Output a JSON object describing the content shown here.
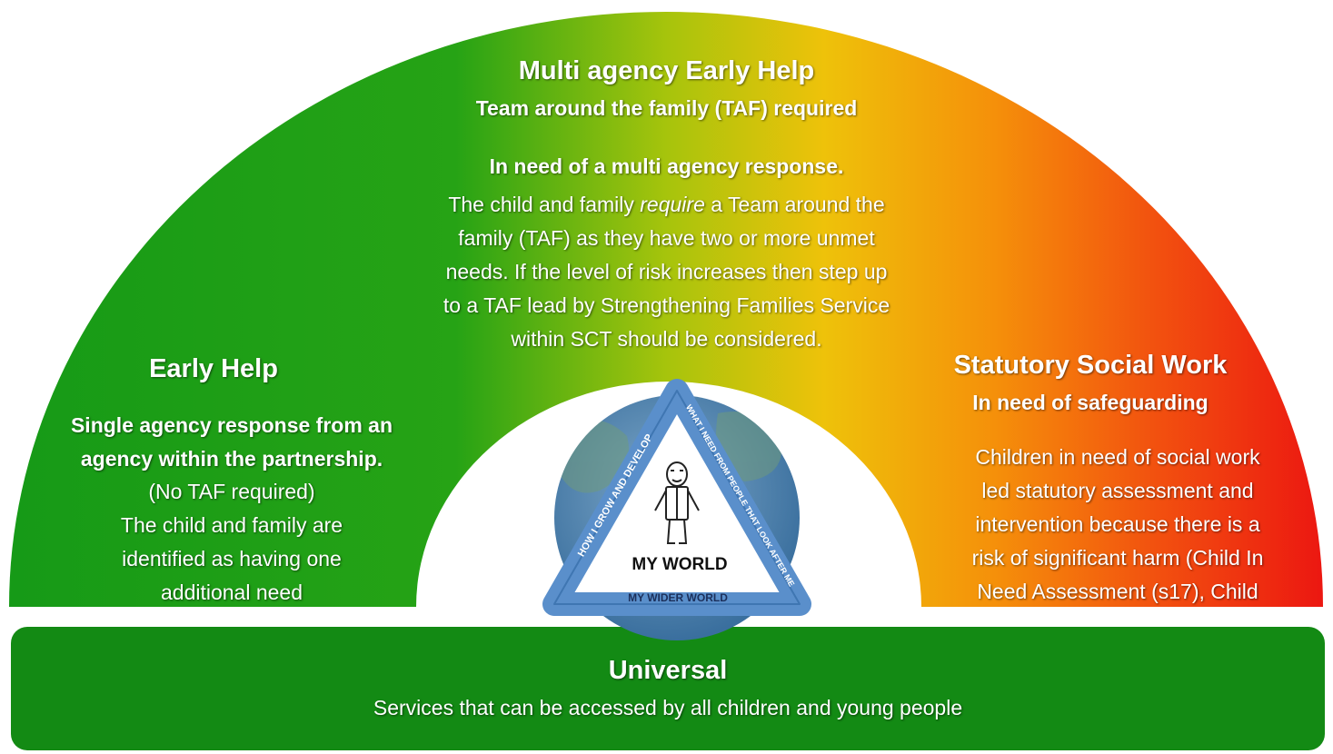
{
  "multi_agency": {
    "title": "Multi agency Early Help",
    "subtitle": "Team around the family (TAF) required",
    "lead": "In need of a  multi agency response.",
    "lines": [
      "The child and family require a Team  around the",
      "family (TAF) as they  have  two or more  unmet",
      "needs. If  the  level of  risk increases then step up",
      "to a TAF lead  by Strengthening  Families  Service",
      "within SCT should be considered."
    ]
  },
  "early_help": {
    "title": "Early  Help",
    "lead_lines": [
      "Single agency response from an",
      "agency  within the  partnership."
    ],
    "lines": [
      "(No TAF required)",
      "The  child and  family are",
      "identified as  having one",
      "additional  need"
    ]
  },
  "statutory": {
    "title": "Statutory Social Work",
    "subtitle": "In need of safeguarding",
    "lines": [
      "Children in need of social work",
      "led statutory assessment and",
      "intervention because there is  a",
      "risk of  significant harm (Child In",
      "Need Assessment  (s17), Child"
    ]
  },
  "universal": {
    "title": "Universal",
    "body": "Services  that  can be  accessed by  all children and  young people"
  },
  "my_world": {
    "center_label": "MY WORLD",
    "bottom_label": "MY WIDER WORLD",
    "left_label": "HOW I GROW AND DEVELOP",
    "right_label": "WHAT I NEED FROM PEOPLE THAT LOOK AFTER ME",
    "icon": "child-figure-icon"
  },
  "colors": {
    "green": "#169a17",
    "yellow": "#e9c20a",
    "orange": "#f38a08",
    "red": "#ee1a12",
    "universal_bar": "#138a14",
    "triangle_blue": "#5a8fcb",
    "globe_blue": "#3a6f9e"
  }
}
